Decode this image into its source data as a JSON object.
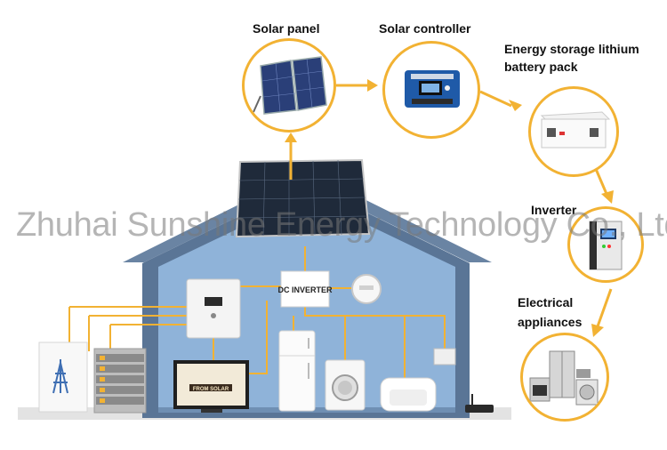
{
  "labels": {
    "solar_panel": "Solar panel",
    "solar_controller": "Solar controller",
    "battery_line1": "Energy storage lithium",
    "battery_line2": "battery pack",
    "inverter": "Inverter",
    "appliances_line1": "Electrical",
    "appliances_line2": "appliances"
  },
  "house": {
    "dc_inverter_label": "DC INVERTER",
    "tv_caption_line1": "FROM SOLAR"
  },
  "watermark": "Zhuhai Sunshine Energy Technology Co., Ltd.",
  "colors": {
    "arrow": "#f2b233",
    "house_wall": "#5a7596",
    "house_interior": "#8fb3d9",
    "roof": "#6a84a3"
  }
}
